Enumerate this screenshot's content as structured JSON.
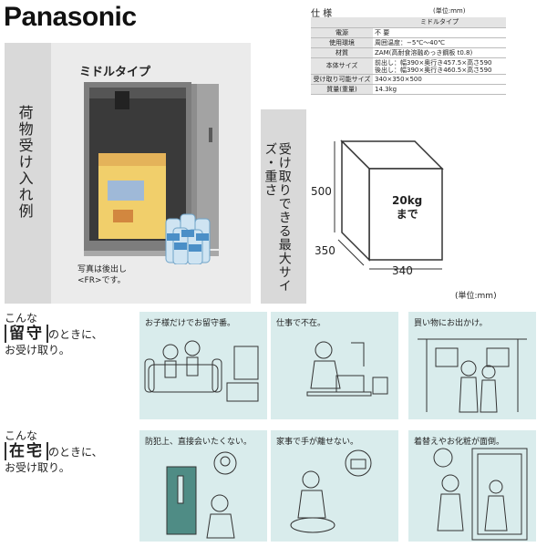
{
  "brand": "Panasonic",
  "spec": {
    "title": "仕 様",
    "unit": "(単位:mm)",
    "header": "ミドルタイプ",
    "rows": [
      {
        "label": "電源",
        "value": "不 要"
      },
      {
        "label": "使用環境",
        "value": "周囲温度：−5℃〜40℃"
      },
      {
        "label": "材質",
        "value": "ZAM(高耐食溶融めっき鋼板 t0.8)"
      },
      {
        "label": "本体サイズ",
        "value": "前出し：幅390×奥行き457.5×高さ590",
        "value2": "後出し：幅390×奥行き460.5×高さ590"
      },
      {
        "label": "受け取り可能サイズ",
        "value": "340×350×500"
      },
      {
        "label": "質量(重量)",
        "value": "14.3kg"
      }
    ]
  },
  "example": {
    "side_label": "荷物受け入れ例",
    "type_label": "ミドルタイプ",
    "note_line1": "写真は後出し",
    "note_line2": "<FR>です。"
  },
  "capacity": {
    "side_label": "受け取りできる最大サイズ・重さ",
    "weight_line1": "20kg",
    "weight_line2": "まで",
    "dim_height": "500",
    "dim_depth": "350",
    "dim_width": "340",
    "unit": "(単位:mm)"
  },
  "scenario_away": {
    "prefix": "こんな",
    "keyword": "留守",
    "suffix": "のときに、",
    "line2": "お受け取り。",
    "cards": [
      {
        "caption": "お子様だけでお留守番。",
        "icon": "sofa-children-icon"
      },
      {
        "caption": "仕事で不在。",
        "icon": "office-worker-icon"
      },
      {
        "caption": "買い物にお出かけ。",
        "icon": "shopping-couple-icon"
      }
    ]
  },
  "scenario_home": {
    "prefix": "こんな",
    "keyword": "在宅",
    "suffix": "のときに、",
    "line2": "お受け取り。",
    "cards": [
      {
        "caption": "防犯上、直接会いたくない。",
        "icon": "intercom-door-icon"
      },
      {
        "caption": "家事で手が離せない。",
        "icon": "housework-icon"
      },
      {
        "caption": "着替えやお化粧が面倒。",
        "icon": "dressing-icon"
      }
    ]
  }
}
